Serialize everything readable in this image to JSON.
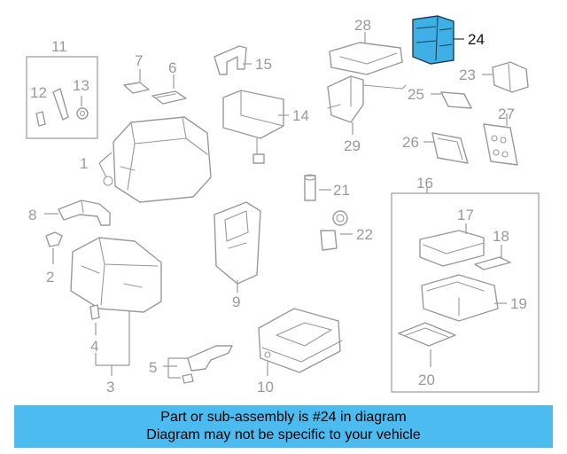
{
  "diagram": {
    "callouts": [
      "1",
      "2",
      "3",
      "4",
      "5",
      "6",
      "7",
      "8",
      "9",
      "10",
      "11",
      "12",
      "13",
      "14",
      "15",
      "16",
      "17",
      "18",
      "19",
      "20",
      "21",
      "22",
      "23",
      "24",
      "25",
      "26",
      "27",
      "28",
      "29"
    ],
    "highlighted_part": "24",
    "highlight_color": "#3fb0e6",
    "line_color": "#9a9a9a"
  },
  "banner": {
    "line1": "Part or sub-assembly is #24 in diagram",
    "line2": "Diagram may not be specific to your vehicle",
    "background": "#4cbbf0"
  }
}
